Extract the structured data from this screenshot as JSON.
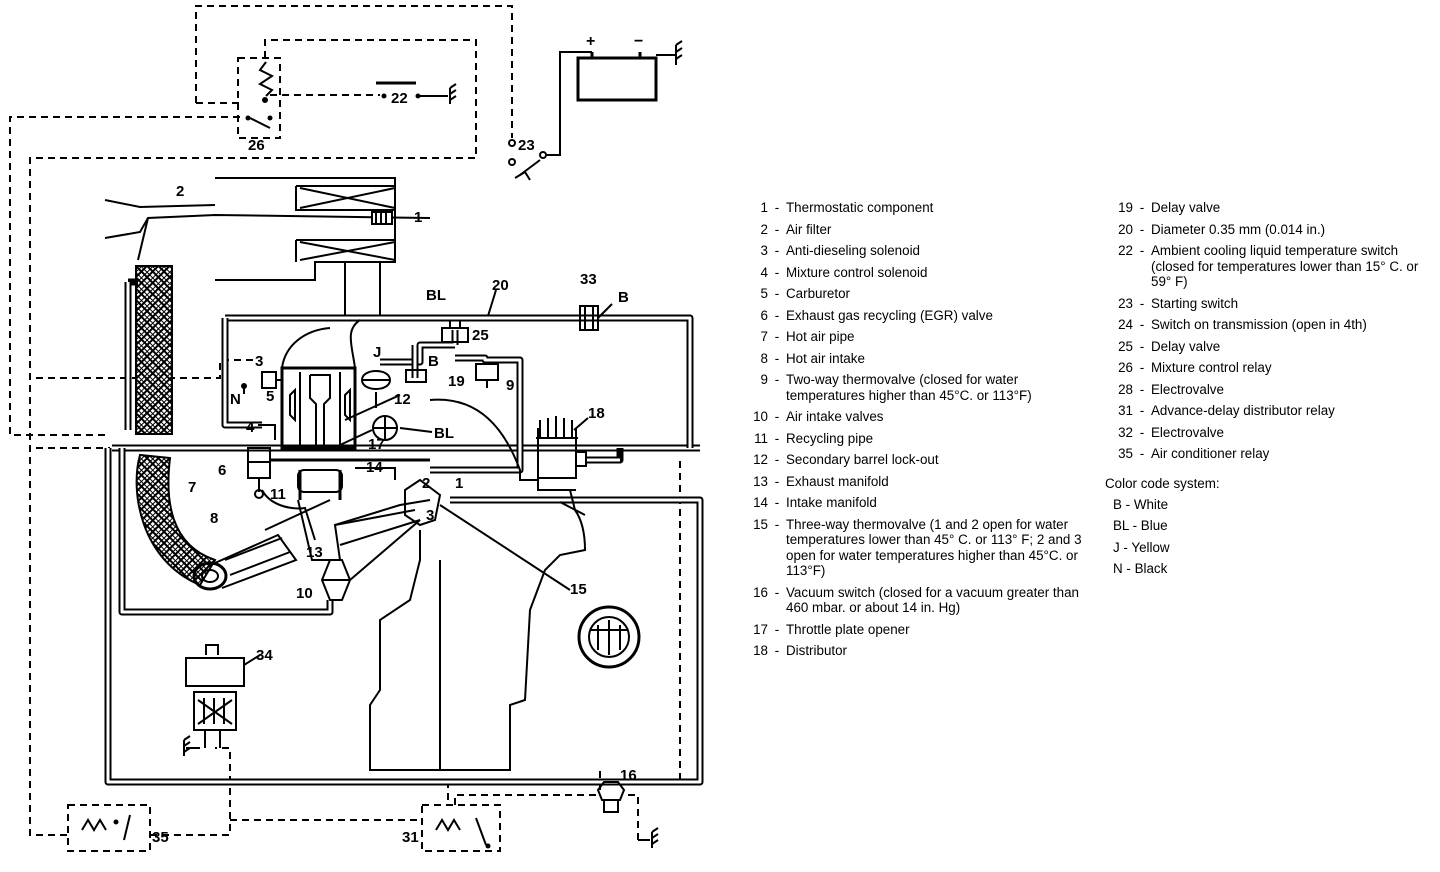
{
  "diagram": {
    "labels": {
      "n1": "1",
      "n2": "2",
      "n3": "3",
      "n4": "4",
      "n5": "5",
      "n6": "6",
      "n7": "7",
      "n8": "8",
      "n9": "9",
      "n10": "10",
      "n11": "11",
      "n12": "12",
      "n13": "13",
      "n14": "14",
      "n15": "15",
      "n16": "16",
      "n17": "17",
      "n18": "18",
      "n19": "19",
      "n20": "20",
      "n22": "22",
      "n23": "23",
      "n25": "25",
      "n26": "26",
      "n31": "31",
      "n33": "33",
      "n34": "34",
      "n35": "35",
      "tc1": "1",
      "tc2": "2",
      "tc3": "3",
      "plus": "+",
      "minus": "−",
      "bl1": "BL",
      "bl2": "BL",
      "b1": "B",
      "b2": "B",
      "j": "J",
      "n": "N"
    }
  },
  "legend": {
    "left": [
      {
        "num": "1",
        "text": "Thermostatic component"
      },
      {
        "num": "2",
        "text": "Air filter"
      },
      {
        "num": "3",
        "text": "Anti-dieseling solenoid"
      },
      {
        "num": "4",
        "text": "Mixture control solenoid"
      },
      {
        "num": "5",
        "text": "Carburetor"
      },
      {
        "num": "6",
        "text": "Exhaust gas recycling (EGR) valve"
      },
      {
        "num": "7",
        "text": "Hot air pipe"
      },
      {
        "num": "8",
        "text": "Hot air intake"
      },
      {
        "num": "9",
        "text": "Two-way thermovalve (closed for water temperatures higher than 45°C. or 113°F)"
      },
      {
        "num": "10",
        "text": "Air intake valves"
      },
      {
        "num": "11",
        "text": "Recycling pipe"
      },
      {
        "num": "12",
        "text": "Secondary barrel lock-out"
      },
      {
        "num": "13",
        "text": "Exhaust manifold"
      },
      {
        "num": "14",
        "text": "Intake manifold"
      },
      {
        "num": "15",
        "text": "Three-way thermovalve (1 and 2 open for water temperatures lower than 45° C. or 113° F; 2 and 3 open for water temperatures higher than 45°C. or 113°F)"
      },
      {
        "num": "16",
        "text": "Vacuum switch (closed for a vacuum greater than 460 mbar. or about 14 in. Hg)"
      },
      {
        "num": "17",
        "text": "Throttle plate opener"
      },
      {
        "num": "18",
        "text": "Distributor"
      }
    ],
    "right": [
      {
        "num": "19",
        "text": "Delay valve"
      },
      {
        "num": "20",
        "text": "Diameter 0.35 mm (0.014 in.)"
      },
      {
        "num": "22",
        "text": "Ambient cooling liquid temperature switch (closed for temperatures lower than 15° C. or 59° F)"
      },
      {
        "num": "23",
        "text": "Starting switch"
      },
      {
        "num": "24",
        "text": "Switch on transmission (open in 4th)"
      },
      {
        "num": "25",
        "text": "Delay valve"
      },
      {
        "num": "26",
        "text": "Mixture control relay"
      },
      {
        "num": "28",
        "text": "Electrovalve"
      },
      {
        "num": "31",
        "text": "Advance-delay distributor relay"
      },
      {
        "num": "32",
        "text": "Electrovalve"
      },
      {
        "num": "35",
        "text": "Air conditioner relay"
      }
    ],
    "color_title": "Color code system:",
    "colors": [
      {
        "code": "B",
        "name": "White"
      },
      {
        "code": "BL",
        "name": "Blue"
      },
      {
        "code": "J",
        "name": "Yellow"
      },
      {
        "code": "N",
        "name": "Black"
      }
    ]
  }
}
